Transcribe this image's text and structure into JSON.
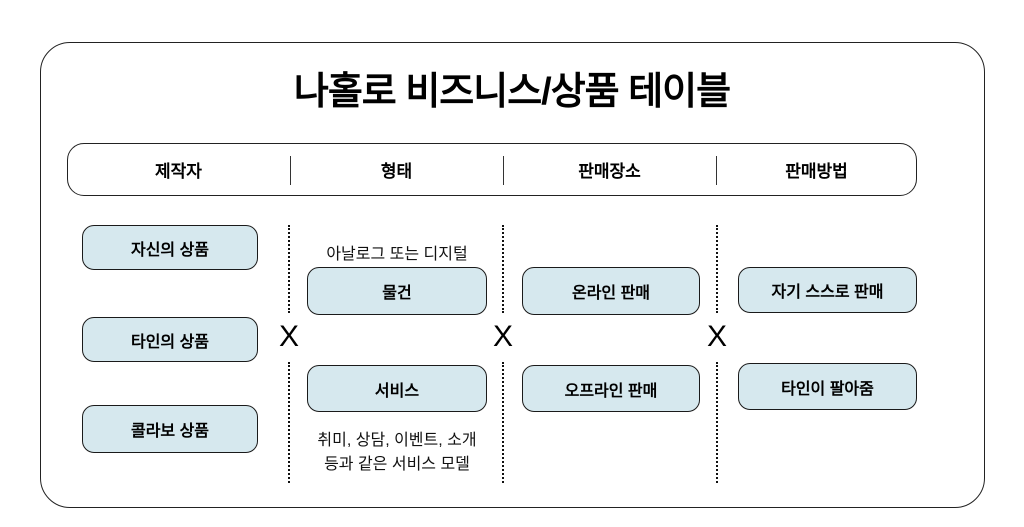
{
  "title": "나홀로 비즈니스/상품 테이블",
  "header": {
    "columns": [
      "제작자",
      "형태",
      "판매장소",
      "판매방법"
    ]
  },
  "creator_column": {
    "boxes": [
      "자신의 상품",
      "타인의 상품",
      "콜라보 상품"
    ]
  },
  "form_column": {
    "note_top": "아날로그 또는 디지털",
    "boxes": [
      "물건",
      "서비스"
    ],
    "note_bottom": [
      "취미, 상담, 이벤트, 소개",
      "등과 같은 서비스 모델"
    ]
  },
  "place_column": {
    "boxes": [
      "온라인 판매",
      "오프라인 판매"
    ]
  },
  "method_column": {
    "boxes": [
      "자기 스스로 판매",
      "타인이 팔아줌"
    ]
  },
  "cross_symbol": "X",
  "colors": {
    "box_fill": "#d6e8ee",
    "box_border": "#1a1a1a",
    "frame_border": "#222222"
  }
}
